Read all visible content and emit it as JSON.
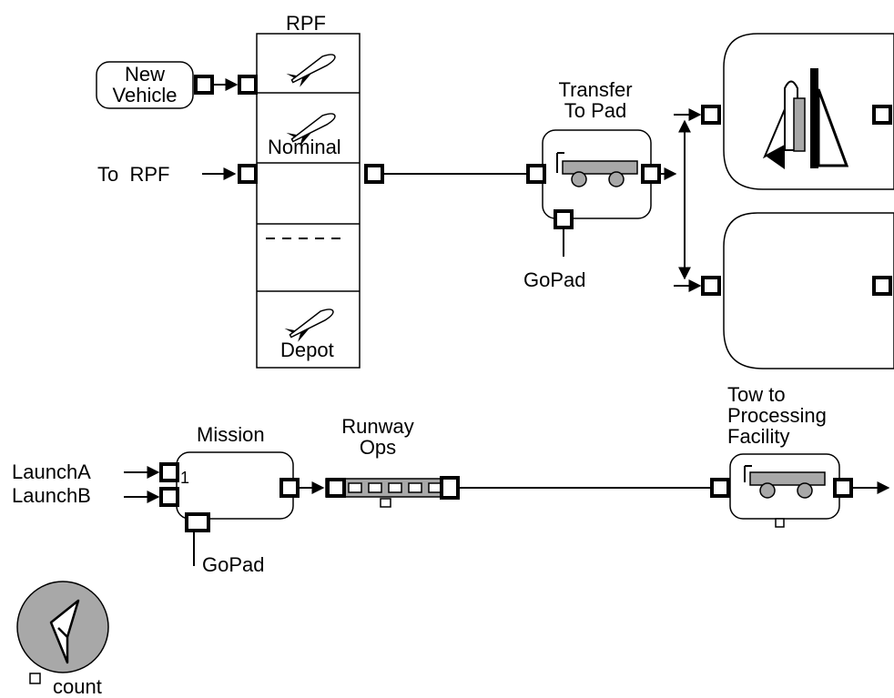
{
  "rpf": {
    "title": "RPF",
    "nominal_label": "Nominal",
    "depot_label": "Depot"
  },
  "new_vehicle": {
    "line1": "New",
    "line2": "Vehicle"
  },
  "to_rpf": {
    "label": "To  RPF"
  },
  "transfer": {
    "line1": "Transfer",
    "line2": "To Pad",
    "gopad_label": "GoPad"
  },
  "mission": {
    "title": "Mission",
    "launch_a": "LaunchA",
    "launch_b": "LaunchB",
    "port_number": "1",
    "gopad_label": "GoPad"
  },
  "runway": {
    "line1": "Runway",
    "line2": "Ops"
  },
  "tow": {
    "line1": "Tow to",
    "line2": "Processing",
    "line3": "Facility"
  },
  "counter": {
    "label": "count",
    "icon": "pointer-arrow-icon"
  },
  "colors": {
    "ink": "#000000",
    "shade": "#a8a8a8",
    "paper": "#ffffff"
  }
}
